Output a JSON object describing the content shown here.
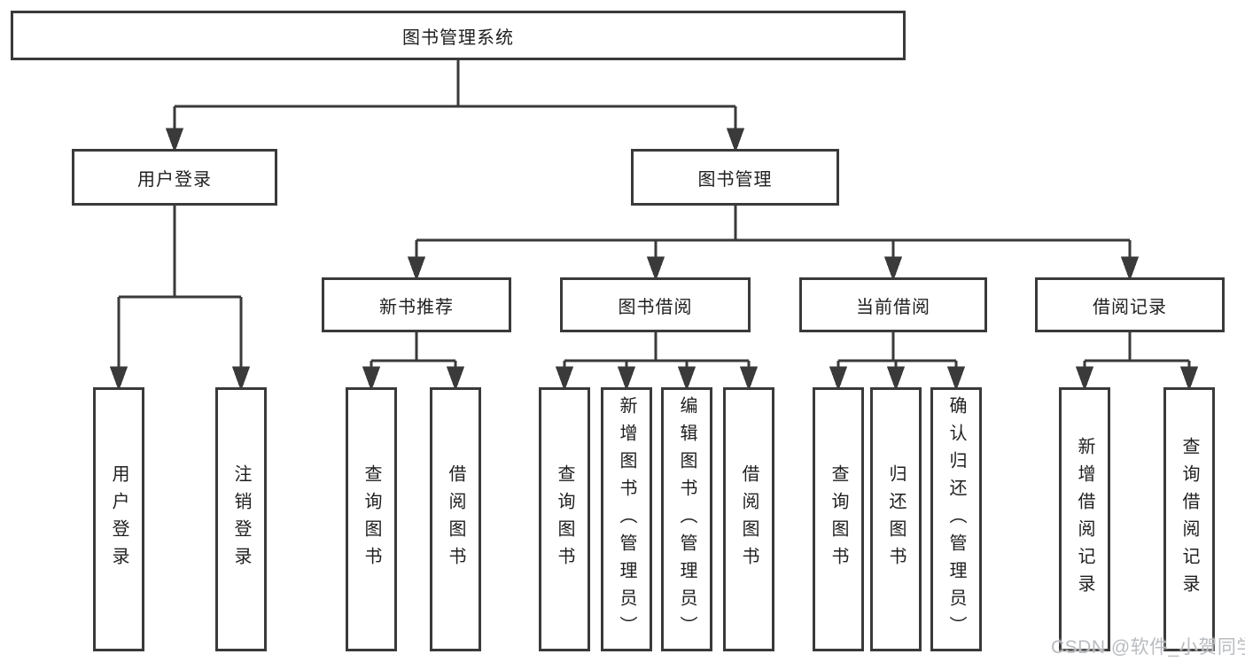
{
  "diagram": {
    "root": {
      "label": "图书管理系统"
    },
    "branches": [
      {
        "label": "用户登录",
        "children": [
          {
            "label": "用户登录"
          },
          {
            "label": "注销登录"
          }
        ]
      },
      {
        "label": "图书管理",
        "children": [
          {
            "label": "新书推荐",
            "children": [
              {
                "label": "查询图书"
              },
              {
                "label": "借阅图书"
              }
            ]
          },
          {
            "label": "图书借阅",
            "children": [
              {
                "label": "查询图书"
              },
              {
                "label": "新增图书（管理员）"
              },
              {
                "label": "编辑图书（管理员）"
              },
              {
                "label": "借阅图书"
              }
            ]
          },
          {
            "label": "当前借阅",
            "children": [
              {
                "label": "查询图书"
              },
              {
                "label": "归还图书"
              },
              {
                "label": "确认归还（管理员）"
              }
            ]
          },
          {
            "label": "借阅记录",
            "children": [
              {
                "label": "新增借阅记录"
              },
              {
                "label": "查询借阅记录"
              }
            ]
          }
        ]
      }
    ]
  },
  "watermark": {
    "text": "CSDN @软件_小贺同学"
  },
  "colors": {
    "line": "#3a3a3a",
    "box_border": "#3a3a3a",
    "box_fill": "#ffffff",
    "text": "#1f1f1f",
    "watermark": "#b9bcc0"
  }
}
